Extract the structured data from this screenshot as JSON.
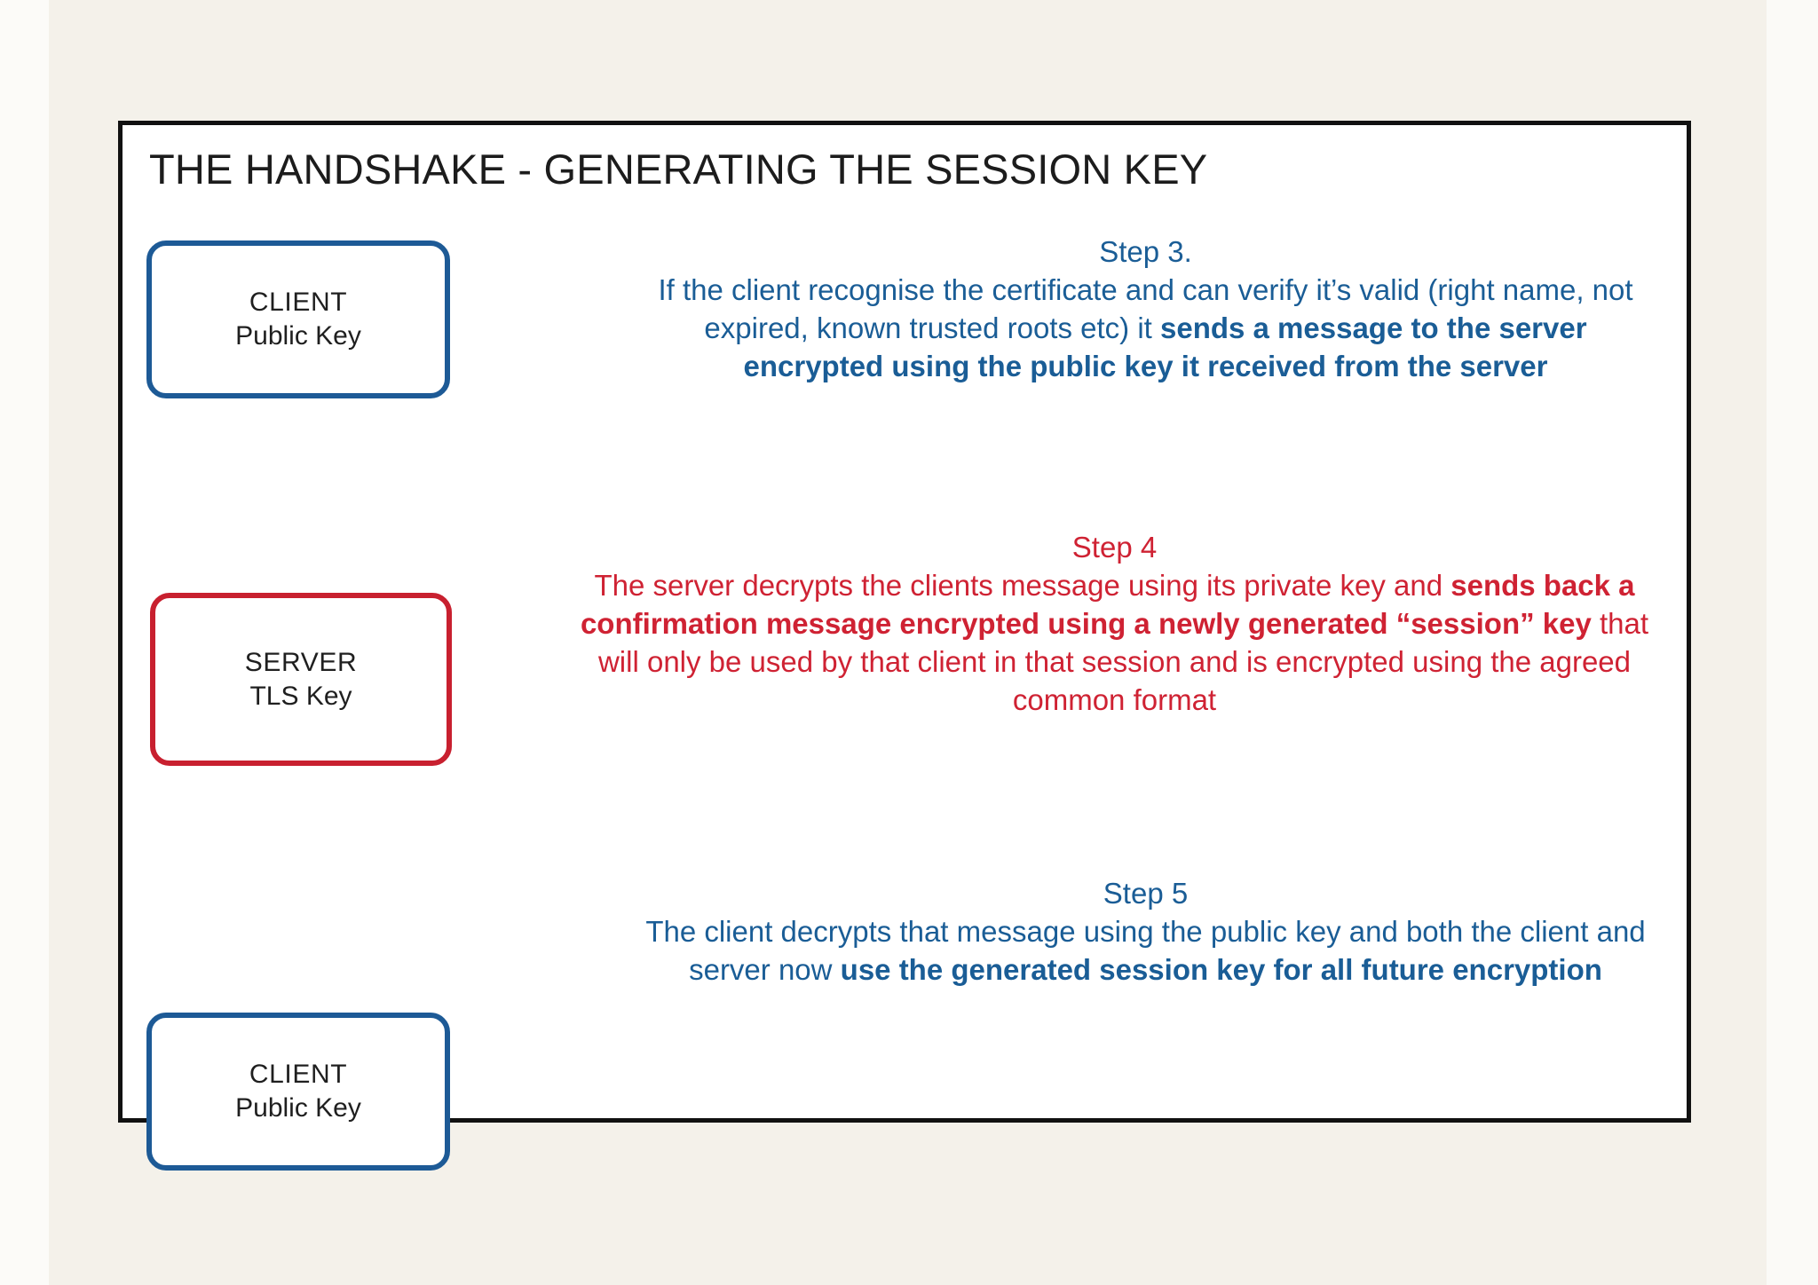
{
  "page": {
    "background_color": "#f7f4ee",
    "paper_color": "#f4f1ea"
  },
  "slide": {
    "title": "THE HANDSHAKE - GENERATING THE SESSION KEY",
    "border_color": "#111111",
    "background_color": "#ffffff"
  },
  "colors": {
    "client_blue": "#1d5a96",
    "server_red": "#c8202f",
    "step_blue_text": "#1a5d96",
    "step_red_text": "#cf2233",
    "title_text": "#1c1c1c"
  },
  "boxes": [
    {
      "id": "client-top",
      "line1": "CLIENT",
      "line2": "Public Key",
      "border_color": "#1d5a96"
    },
    {
      "id": "server-mid",
      "line1": "SERVER",
      "line2": "TLS Key",
      "border_color": "#c8202f"
    },
    {
      "id": "client-bottom",
      "line1": "CLIENT",
      "line2": "Public Key",
      "border_color": "#1d5a96"
    }
  ],
  "steps": [
    {
      "id": "step-3",
      "heading": "Step 3.",
      "color": "#1a5d96",
      "body_segments": [
        {
          "text": "If the client recognise the certificate and can verify it’s valid (right name, not expired, known trusted roots etc) it ",
          "bold": false
        },
        {
          "text": "sends a message to the server encrypted using the public key it received from the server",
          "bold": true
        }
      ],
      "plain_text": "If the client recognise the certificate and can verify it’s valid (right name, not expired, known trusted roots etc) it sends a message to the server encrypted using the public key it received from the server"
    },
    {
      "id": "step-4",
      "heading": "Step 4",
      "color": "#cf2233",
      "body_segments": [
        {
          "text": "The server decrypts the clients message using its private key and ",
          "bold": false
        },
        {
          "text": "sends back a confirmation message encrypted using a newly generated “session” key",
          "bold": true
        },
        {
          "text": " that will only be used by that client in that session and is encrypted using the agreed common format",
          "bold": false
        }
      ],
      "plain_text": "The server decrypts the clients message using its private key and sends back a confirmation message encrypted using a newly generated “session” key that will only be used by that client in that session and is encrypted using the agreed common format"
    },
    {
      "id": "step-5",
      "heading": "Step 5",
      "color": "#1a5d96",
      "body_segments": [
        {
          "text": "The client decrypts that message using the public key and both the client and server now ",
          "bold": false
        },
        {
          "text": "use the generated session key for all future encryption",
          "bold": true
        }
      ],
      "plain_text": "The client decrypts that message using the public key and both the client and server now use the generated session key for all future encryption"
    }
  ]
}
